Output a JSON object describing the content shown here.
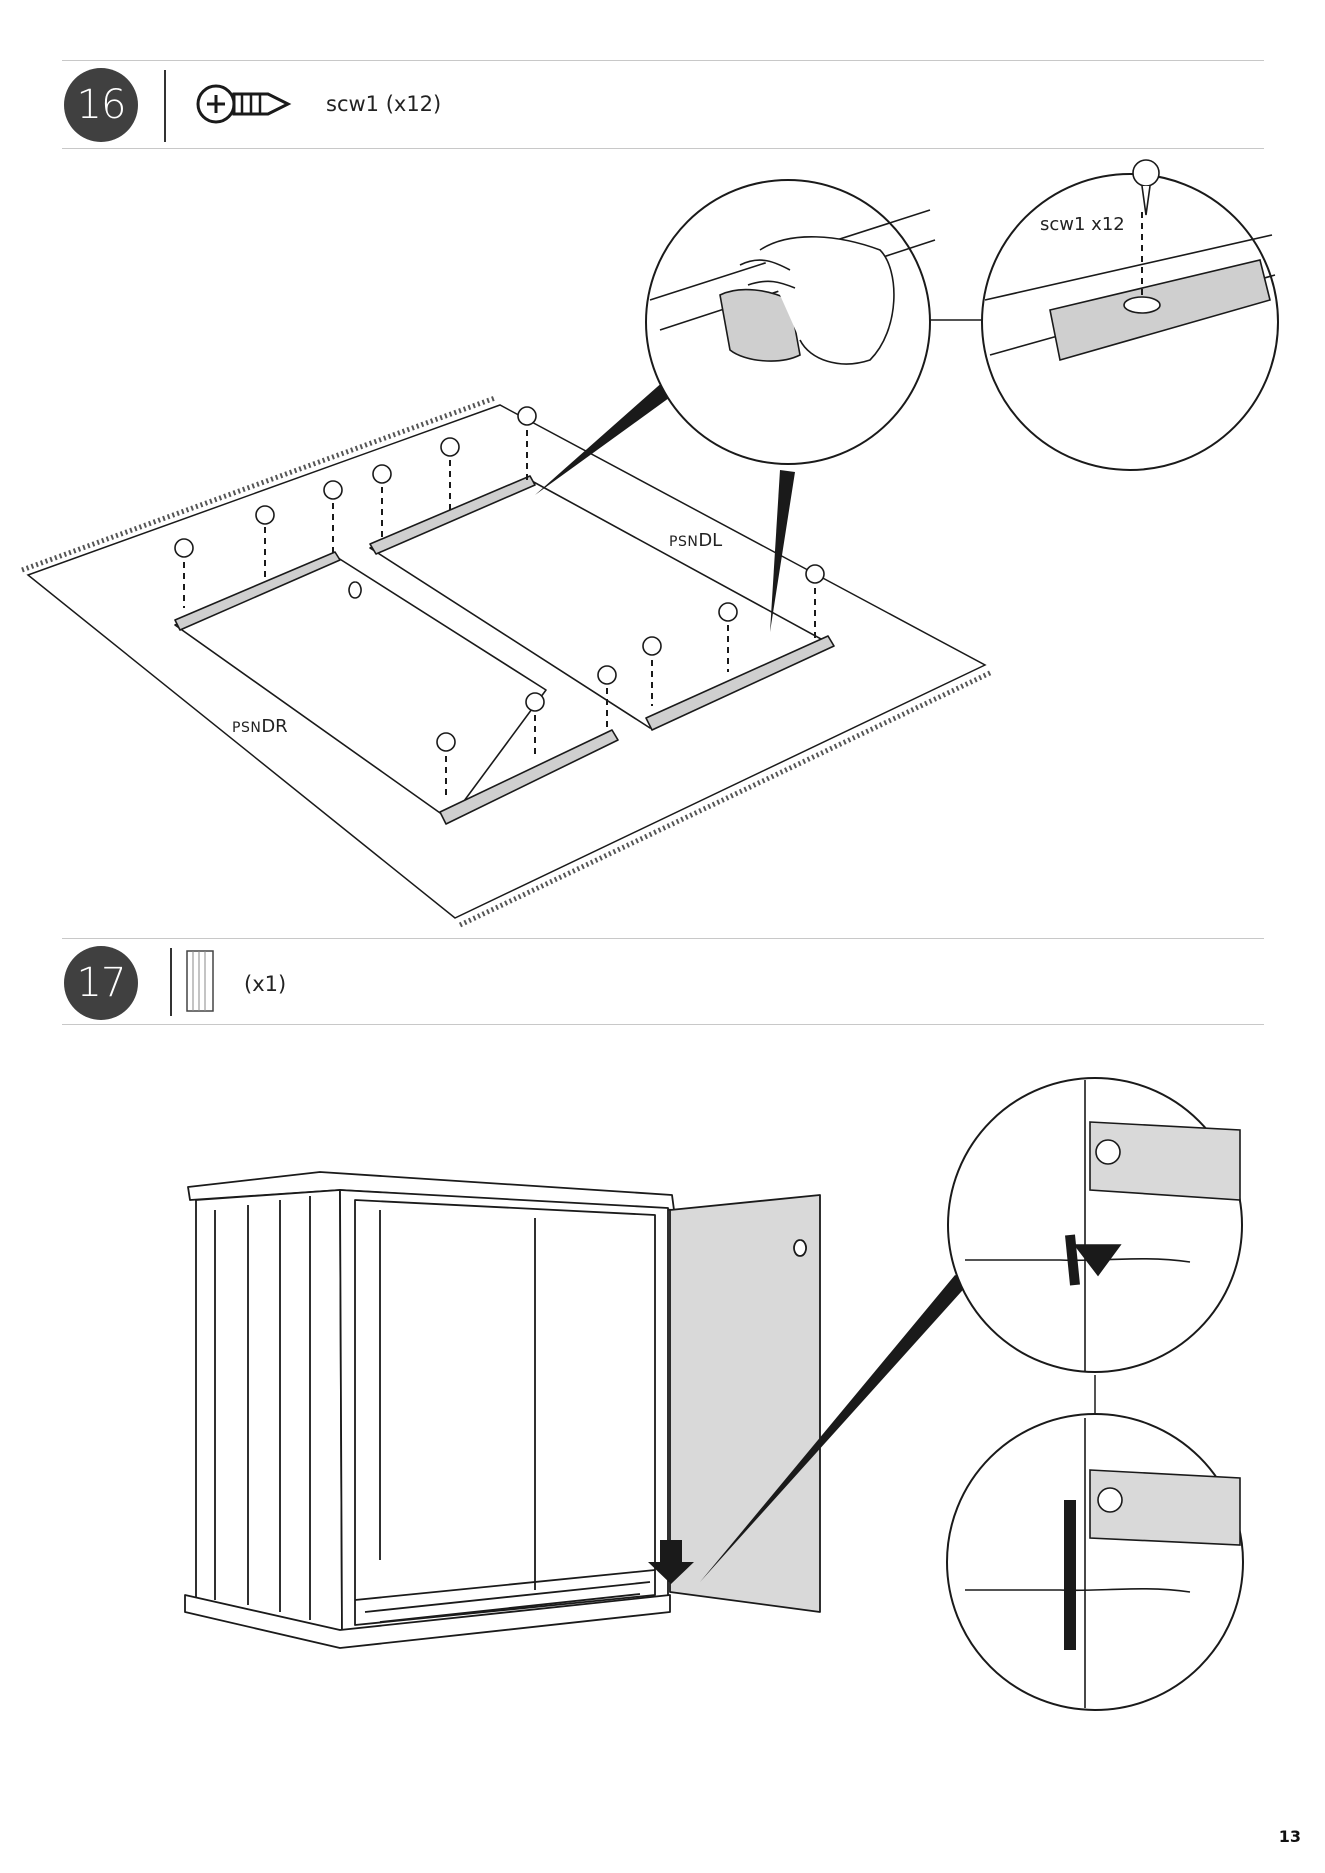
{
  "steps": [
    {
      "number": "16",
      "part_icon": "screw-icon",
      "part_label": "scw1 (x12)",
      "callout_label": "scw1 x12",
      "panel_labels": {
        "left": {
          "prefix": "PSN",
          "suffix": "DR"
        },
        "right": {
          "prefix": "PSN",
          "suffix": "DL"
        }
      }
    },
    {
      "number": "17",
      "part_icon": "door-panel-icon",
      "part_label": "(x1)"
    }
  ],
  "page_number": "13",
  "colors": {
    "circle": "#404040",
    "panel_fill": "#d9d9d9",
    "rail_fill": "#cfcfcf",
    "line": "#1a1a1a"
  }
}
